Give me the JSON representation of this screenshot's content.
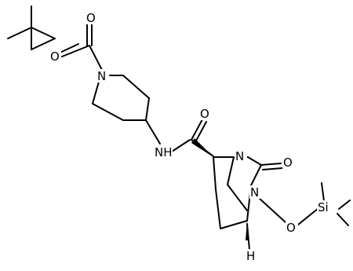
{
  "molecule": {
    "atoms": {
      "o_ester": "O",
      "o_carbonyl_boc": "O",
      "n_piperidine": "N",
      "nh_amide": "NH",
      "o_amide": "O",
      "n_bridge": "N",
      "o_lactam": "O",
      "n_lactam": "N",
      "o_silyloxy": "O",
      "si": "Si",
      "h_stereo": "H"
    }
  }
}
